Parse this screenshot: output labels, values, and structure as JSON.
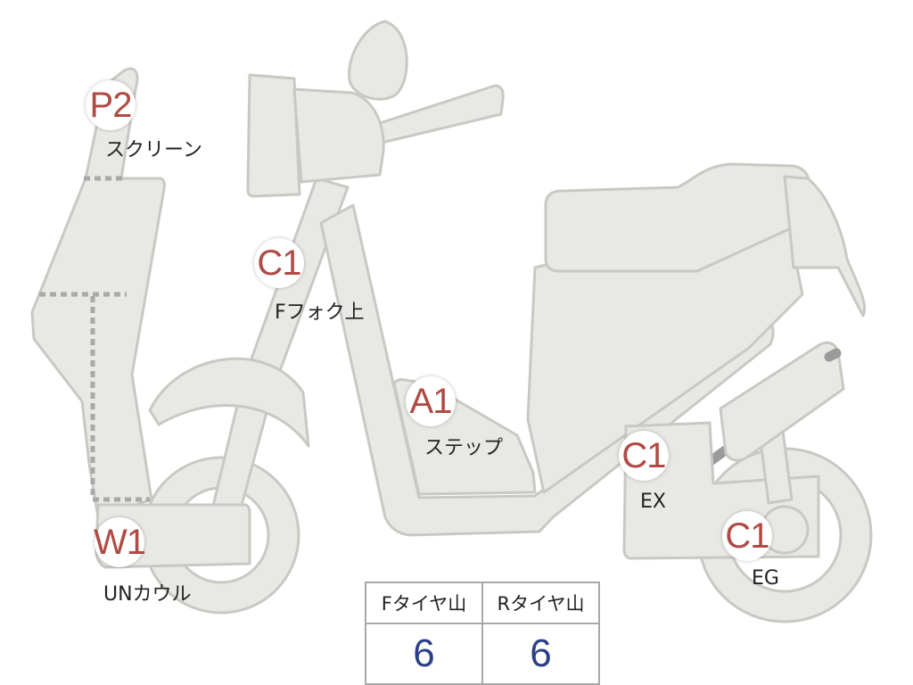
{
  "markers": [
    {
      "code": "P2",
      "label": "スクリーン"
    },
    {
      "code": "C1",
      "label": "Fフォク上"
    },
    {
      "code": "A1",
      "label": "ステップ"
    },
    {
      "code": "C1",
      "label": "EX"
    },
    {
      "code": "C1",
      "label": "EG"
    },
    {
      "code": "W1",
      "label": "UNカウル"
    }
  ],
  "tire_table": {
    "headers": [
      "Fタイヤ山",
      "Rタイヤ山"
    ],
    "values": [
      "6",
      "6"
    ]
  },
  "colors": {
    "body": "#e8e8e4",
    "outline": "#c9c9c4",
    "marker_text": "#b04a44",
    "value_text": "#2c3f86"
  }
}
